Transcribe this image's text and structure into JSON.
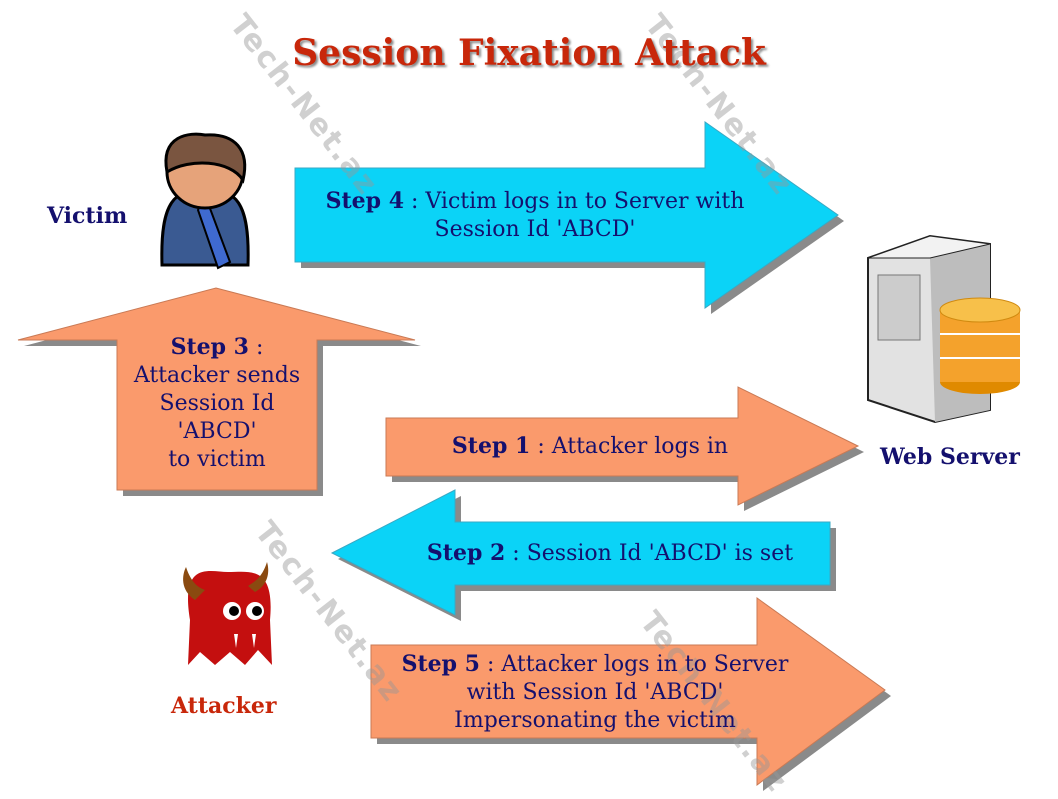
{
  "title": "Session Fixation Attack",
  "actors": {
    "victim": "Victim",
    "attacker": "Attacker",
    "server": "Web Server"
  },
  "steps": [
    {
      "num": "Step 1",
      "text": " : Attacker logs in"
    },
    {
      "num": "Step 2",
      "text": " : Session Id 'ABCD' is set"
    },
    {
      "num": "Step 3",
      "text": " :",
      "lines": [
        "Attacker sends",
        "Session Id",
        "'ABCD'",
        "to victim"
      ]
    },
    {
      "num": "Step 4",
      "text": " : Victim logs in to Server with",
      "line2": "Session Id 'ABCD'"
    },
    {
      "num": "Step 5",
      "text": " : Attacker logs in to Server",
      "line2": "with Session Id 'ABCD'",
      "line3": "Impersonating the victim"
    }
  ],
  "watermark": "Tech-Net.az",
  "colors": {
    "cyan": "#0bd3f7",
    "orange": "#fa9a6c",
    "text": "#14106e",
    "title": "#c8270a",
    "attacker": "#c8270a"
  }
}
